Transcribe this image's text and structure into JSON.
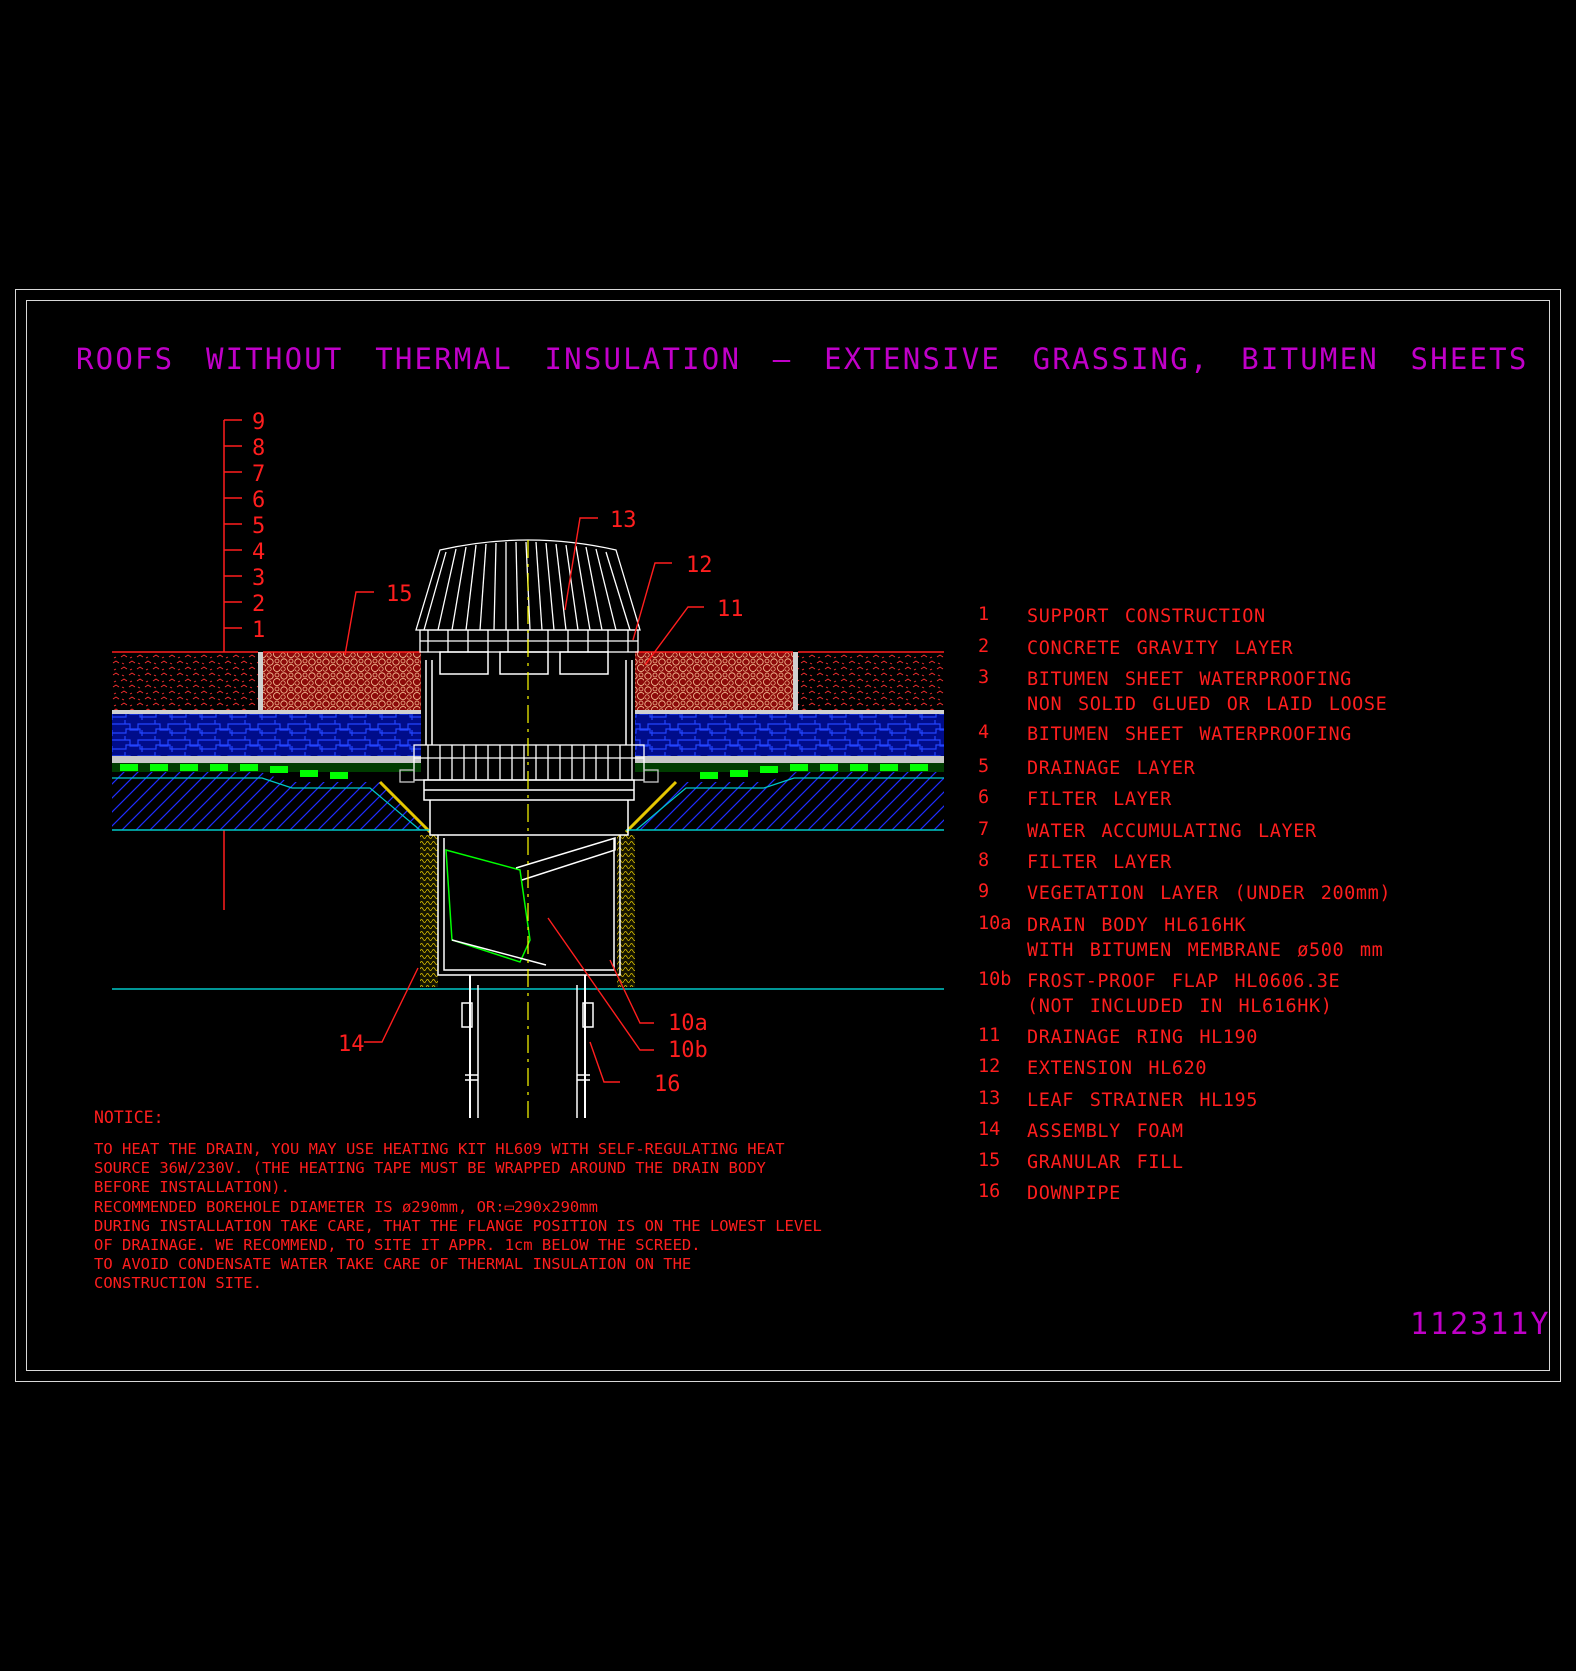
{
  "title": "ROOFS WITHOUT THERMAL INSULATION – EXTENSIVE GRASSING, BITUMEN SHEETS",
  "drawing_number": "112311Y",
  "layer_scale_numbers": [
    "9",
    "8",
    "7",
    "6",
    "5",
    "4",
    "3",
    "2",
    "1"
  ],
  "callouts": {
    "c13": "13",
    "c12": "12",
    "c11": "11",
    "c15": "15",
    "c14": "14",
    "c10a": "10a",
    "c10b": "10b",
    "c16": "16"
  },
  "legend": [
    {
      "num": "1",
      "lines": [
        "SUPPORT CONSTRUCTION"
      ]
    },
    {
      "num": "2",
      "lines": [
        "CONCRETE GRAVITY LAYER"
      ]
    },
    {
      "num": "3",
      "lines": [
        "BITUMEN SHEET WATERPROOFING",
        "NON SOLID GLUED OR LAID LOOSE"
      ]
    },
    {
      "num": "4",
      "lines": [
        "BITUMEN SHEET WATERPROOFING"
      ]
    },
    {
      "num": "5",
      "lines": [
        "DRAINAGE LAYER"
      ]
    },
    {
      "num": "6",
      "lines": [
        "FILTER LAYER"
      ]
    },
    {
      "num": "7",
      "lines": [
        "WATER ACCUMULATING LAYER"
      ]
    },
    {
      "num": "8",
      "lines": [
        "FILTER LAYER"
      ]
    },
    {
      "num": "9",
      "lines": [
        "VEGETATION LAYER (UNDER 200mm)"
      ]
    },
    {
      "num": "10a",
      "lines": [
        "DRAIN BODY HL616HK",
        "WITH BITUMEN MEMBRANE ø500 mm"
      ]
    },
    {
      "num": "10b",
      "lines": [
        "FROST-PROOF FLAP HL0606.3E",
        "(NOT INCLUDED IN HL616HK)"
      ]
    },
    {
      "num": "11",
      "lines": [
        "DRAINAGE RING HL190"
      ]
    },
    {
      "num": "12",
      "lines": [
        "EXTENSION HL620"
      ]
    },
    {
      "num": "13",
      "lines": [
        "LEAF STRAINER HL195"
      ]
    },
    {
      "num": "14",
      "lines": [
        "ASSEMBLY FOAM"
      ]
    },
    {
      "num": "15",
      "lines": [
        "GRANULAR FILL"
      ]
    },
    {
      "num": "16",
      "lines": [
        "DOWNPIPE"
      ]
    }
  ],
  "notice_title": "NOTICE:",
  "notes": [
    "TO HEAT THE DRAIN, YOU MAY USE HEATING KIT HL609 WITH SELF-REGULATING HEAT",
    "SOURCE 36W/230V. (THE HEATING TAPE MUST BE WRAPPED AROUND THE DRAIN BODY",
    "BEFORE INSTALLATION).",
    "RECOMMENDED BOREHOLE DIAMETER IS ø290mm, OR:▭290x290mm",
    "DURING INSTALLATION TAKE CARE, THAT THE FLANGE POSITION IS ON THE LOWEST LEVEL",
    "OF DRAINAGE. WE RECOMMEND, TO SITE IT APPR. 1cm BELOW THE SCREED.",
    "TO AVOID CONDENSATE WATER TAKE CARE OF THERMAL INSULATION ON THE",
    "CONSTRUCTION SITE."
  ],
  "colors": {
    "frame": "#d8d8d8",
    "title": "#c000c8",
    "text": "#ff1e1e",
    "pipe_lines": "#ffffff",
    "accent_green": "#00ff00",
    "blue_layer": "#0000ff",
    "cyan_line": "#00c8c8",
    "yellow_axis": "#ffff00"
  }
}
